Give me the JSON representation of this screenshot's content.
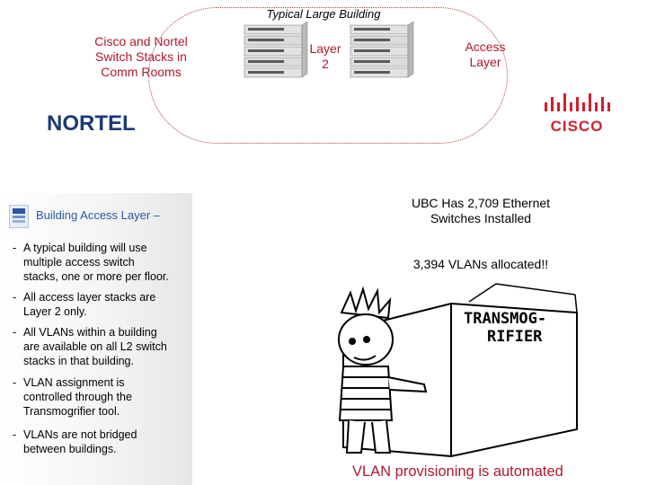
{
  "diagram": {
    "oval_title": "Typical Large Building",
    "stacks_label": [
      "Cisco and Nortel",
      "Switch Stacks in",
      "Comm Rooms"
    ],
    "layer2_label": [
      "Layer",
      "2"
    ],
    "access_label": [
      "Access",
      "Layer"
    ],
    "nortel_logo": "NORTEL",
    "cisco_logo": "CISCO"
  },
  "sidebar": {
    "heading": "Building Access Layer –",
    "bullets": [
      {
        "dash": "-",
        "lines": [
          "A typical building will use",
          "multiple access switch",
          "stacks, one or more per floor."
        ]
      },
      {
        "dash": "-",
        "lines": [
          "All access layer stacks are",
          "Layer 2 only."
        ]
      },
      {
        "dash": "-",
        "lines": [
          "All VLANs within a building",
          "are available on all L2 switch",
          "stacks in that building."
        ]
      },
      {
        "dash": "-",
        "lines": [
          "VLAN assignment is",
          "controlled through the",
          "Transmogrifier tool."
        ]
      },
      {
        "dash": "-",
        "lines": [
          "VLANs are not bridged",
          "between buildings."
        ]
      }
    ]
  },
  "stats": {
    "switches": [
      "UBC Has 2,709 Ethernet",
      "Switches Installed"
    ],
    "vlans": "3,394 VLANs allocated!!"
  },
  "cartoon": {
    "sign_text": [
      "TRANSMOG-",
      "RIFIER"
    ]
  },
  "caption": "VLAN provisioning is automated",
  "colors": {
    "accent_red": "#b0182c",
    "nortel_blue": "#1c3a78",
    "cisco_red": "#d21f2c",
    "heading_blue": "#2a56a3"
  }
}
